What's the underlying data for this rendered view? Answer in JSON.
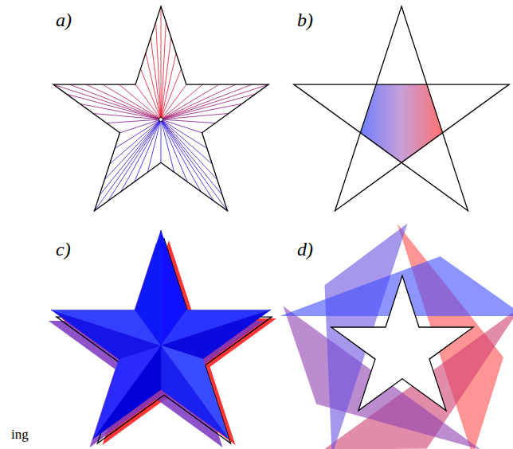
{
  "diagram": {
    "labels": [
      "a)",
      "b)",
      "c)",
      "d)",
      "ing"
    ]
  }
}
